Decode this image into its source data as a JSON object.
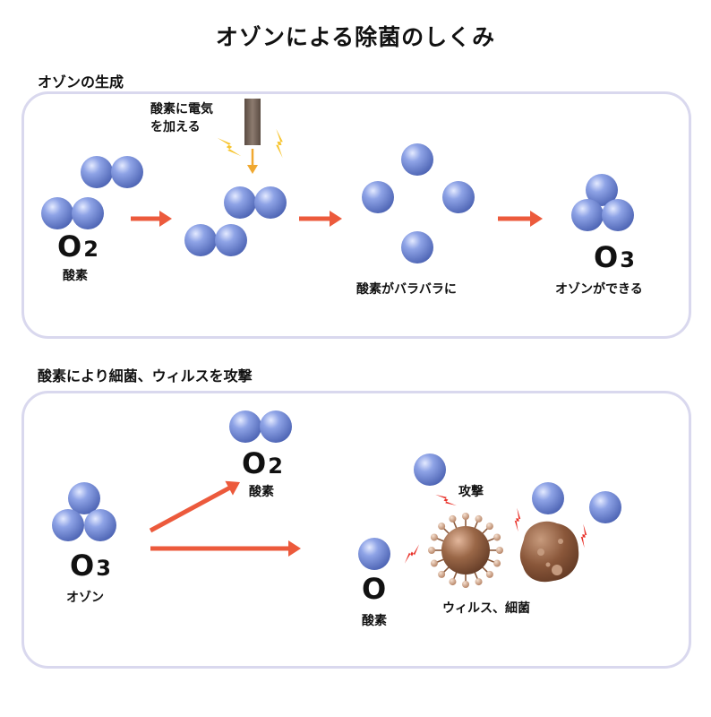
{
  "title": "オゾンによる除菌のしくみ",
  "section1": {
    "title": "オゾンの生成",
    "electric_label_line1": "酸素に電気",
    "electric_label_line2": "を加える",
    "o2_symbol": "O",
    "o2_subscript": "2",
    "o2_label": "酸素",
    "scatter_label": "酸素がバラバラに",
    "o3_symbol": "O",
    "o3_subscript": "3",
    "o3_label": "オゾンができる"
  },
  "section2": {
    "title": "酸素により細菌、ウィルスを攻撃",
    "o3_symbol": "O",
    "o3_subscript": "3",
    "o3_label": "オゾン",
    "o2_symbol": "O",
    "o2_subscript": "2",
    "o2_label": "酸素",
    "o_symbol": "O",
    "o_label": "酸素",
    "attack_label": "攻撃",
    "target_label": "ウィルス、細菌"
  },
  "colors": {
    "sphere": "#6f86cf",
    "arrow": "#ec5a3c",
    "panel_border": "#d9d8ee",
    "spark_yellow": "#f7c531",
    "spark_red": "#e8322a",
    "virus": "#8b5a3c",
    "electrode": "#7b6a5e"
  }
}
